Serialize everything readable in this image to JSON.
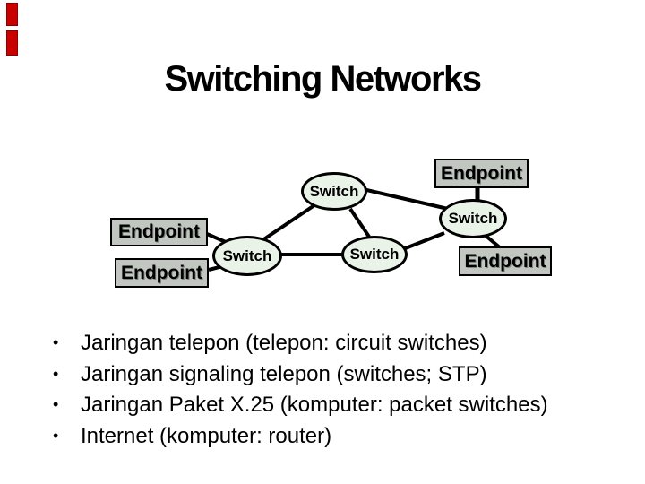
{
  "slide": {
    "title": "Switching Networks",
    "bullet_char": "•",
    "bullets": [
      "Jaringan telepon (telepon: circuit switches)",
      "Jaringan signaling telepon (switches; STP)",
      "Jaringan Paket X.25 (komputer: packet switches)",
      "Internet (komputer: router)"
    ],
    "accent_color": "#c80000"
  },
  "diagram": {
    "switches": [
      {
        "id": "switch-left",
        "label": "Switch"
      },
      {
        "id": "switch-top",
        "label": "Switch"
      },
      {
        "id": "switch-middle",
        "label": "Switch"
      },
      {
        "id": "switch-right",
        "label": "Switch"
      }
    ],
    "endpoints": [
      {
        "id": "endpoint-left-1",
        "label": "Endpoint"
      },
      {
        "id": "endpoint-left-2",
        "label": "Endpoint"
      },
      {
        "id": "endpoint-top-right",
        "label": "Endpoint"
      },
      {
        "id": "endpoint-bottom-right",
        "label": "Endpoint"
      }
    ],
    "colors": {
      "switch_fill": "#eaf3e8",
      "endpoint_fill": "#c1c7c0",
      "edge_stroke": "#000000"
    }
  }
}
